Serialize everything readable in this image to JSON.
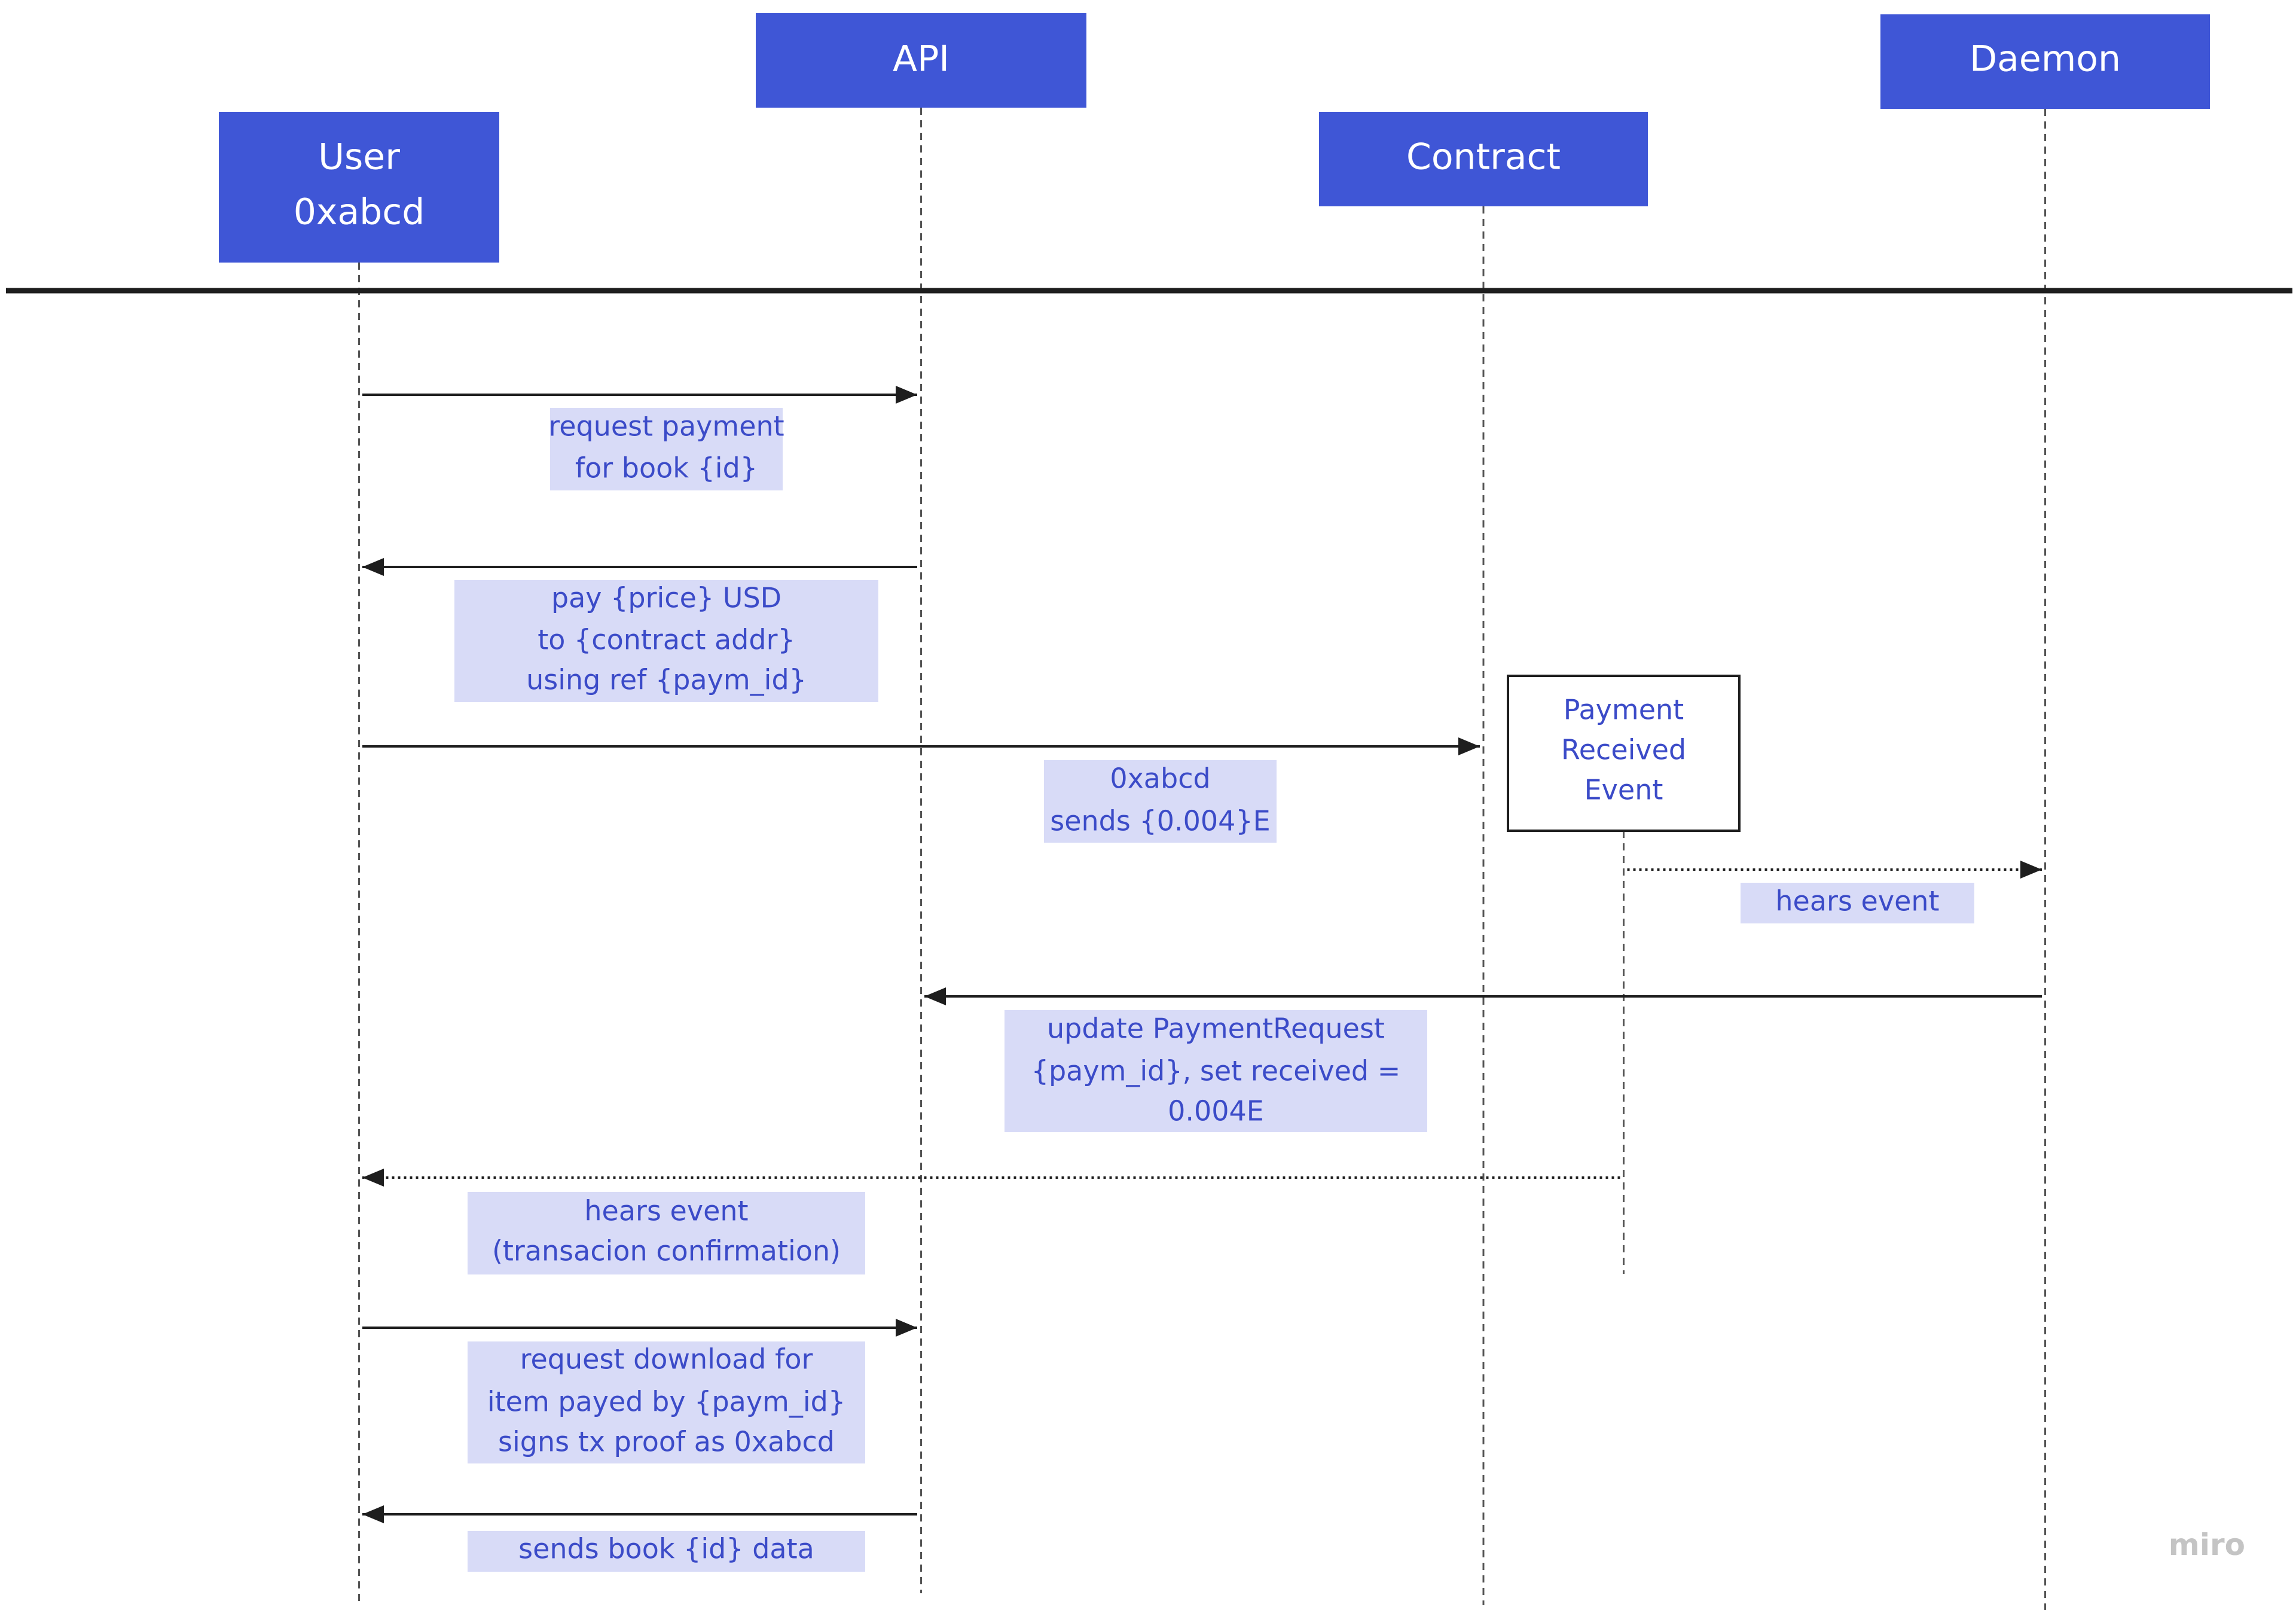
{
  "colors": {
    "actor_fill": "#3f56d6",
    "note_fill": "#d8dbf7",
    "text_blue": "#3b4bc8",
    "line": "#1e1e1e"
  },
  "actors": [
    {
      "id": "user",
      "lines": [
        "User",
        "0xabcd"
      ]
    },
    {
      "id": "api",
      "lines": [
        "API"
      ]
    },
    {
      "id": "contract",
      "lines": [
        "Contract"
      ]
    },
    {
      "id": "daemon",
      "lines": [
        "Daemon"
      ]
    }
  ],
  "event_box": {
    "lines": [
      "Payment",
      "Received",
      "Event"
    ]
  },
  "messages": [
    {
      "from": "user",
      "to": "api",
      "style": "solid",
      "lines": [
        "request payment",
        "for book {id}"
      ]
    },
    {
      "from": "api",
      "to": "user",
      "style": "solid",
      "lines": [
        "pay {price} USD",
        "to {contract addr}",
        "using ref {paym_id}"
      ]
    },
    {
      "from": "user",
      "to": "contract",
      "style": "solid",
      "lines": [
        "0xabcd",
        "sends {0.004}E"
      ]
    },
    {
      "from": "event",
      "to": "daemon",
      "style": "dotted",
      "lines": [
        "hears event"
      ]
    },
    {
      "from": "daemon",
      "to": "api",
      "style": "solid",
      "lines": [
        "update PaymentRequest",
        "{paym_id}, set received =",
        "0.004E"
      ]
    },
    {
      "from": "event",
      "to": "user",
      "style": "dotted",
      "lines": [
        "hears event",
        "(transacion confirmation)"
      ]
    },
    {
      "from": "user",
      "to": "api",
      "style": "solid",
      "lines": [
        "request download for",
        "item payed by {paym_id}",
        "signs tx proof as 0xabcd"
      ]
    },
    {
      "from": "api",
      "to": "user",
      "style": "solid",
      "lines": [
        "sends book {id} data"
      ]
    }
  ],
  "watermark": "miro"
}
